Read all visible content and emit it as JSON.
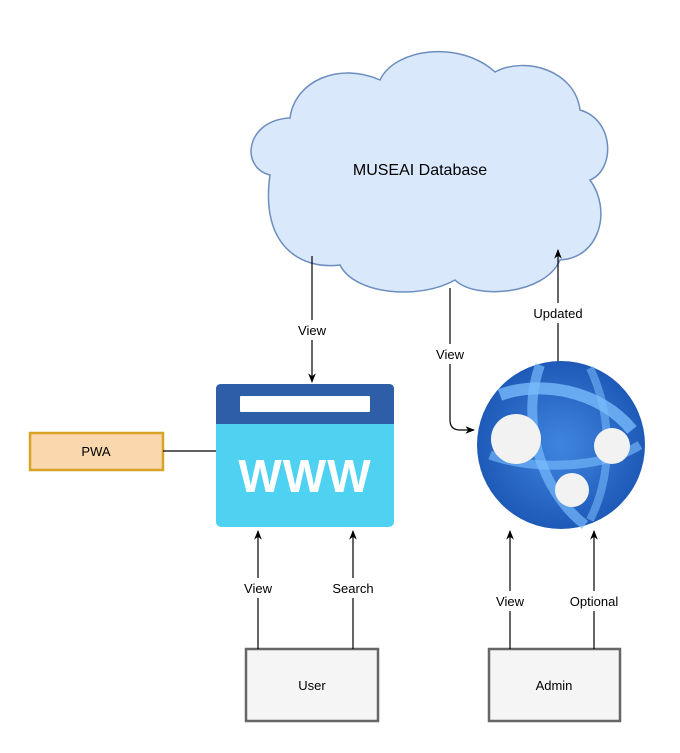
{
  "nodes": {
    "database": {
      "label": "MUSEAI Database"
    },
    "website": {
      "label": "WWW"
    },
    "pwa": {
      "label": "PWA"
    },
    "user": {
      "label": "User"
    },
    "admin": {
      "label": "Admin"
    },
    "webapp": {
      "label": ""
    }
  },
  "edges": {
    "db_to_website": "View",
    "db_to_webapp": "View",
    "webapp_to_db": "Updated",
    "user_view": "View",
    "user_search": "Search",
    "admin_view": "View",
    "admin_optional": "Optional"
  },
  "colors": {
    "cloud_fill": "#dae8fc",
    "cloud_stroke": "#6c8ebf",
    "pwa_fill": "#fad7ac",
    "pwa_stroke": "#d6a526",
    "box_fill": "#f5f5f5",
    "box_stroke": "#666666",
    "www_header": "#2e5ea8",
    "www_body": "#4fd2f2",
    "globe_dark": "#1f5fbf",
    "globe_light": "#5aa9f5"
  }
}
